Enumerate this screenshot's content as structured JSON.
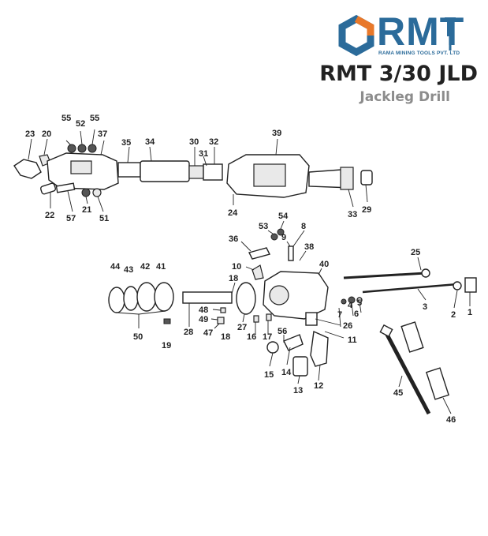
{
  "brand": {
    "logo_text": "RMT",
    "company_name": "RAMA MINING TOOLS PVT. LTD",
    "colors": {
      "blue": "#2b6b9a",
      "orange": "#e8782a"
    }
  },
  "title": {
    "model": "RMT 3/30 JLD",
    "subtitle": "Jackleg Drill"
  },
  "part_numbers": [
    "55",
    "52",
    "55",
    "23",
    "20",
    "37",
    "35",
    "34",
    "30",
    "31",
    "32",
    "39",
    "22",
    "57",
    "21",
    "51",
    "24",
    "33",
    "29",
    "54",
    "53",
    "8",
    "9",
    "36",
    "38",
    "10",
    "25",
    "44",
    "43",
    "42",
    "41",
    "18",
    "40",
    "48",
    "49",
    "47",
    "18",
    "28",
    "27",
    "16",
    "17",
    "56",
    "7",
    "4",
    "5",
    "6",
    "3",
    "2",
    "1",
    "26",
    "11",
    "50",
    "19",
    "15",
    "14",
    "13",
    "12",
    "45",
    "46"
  ]
}
